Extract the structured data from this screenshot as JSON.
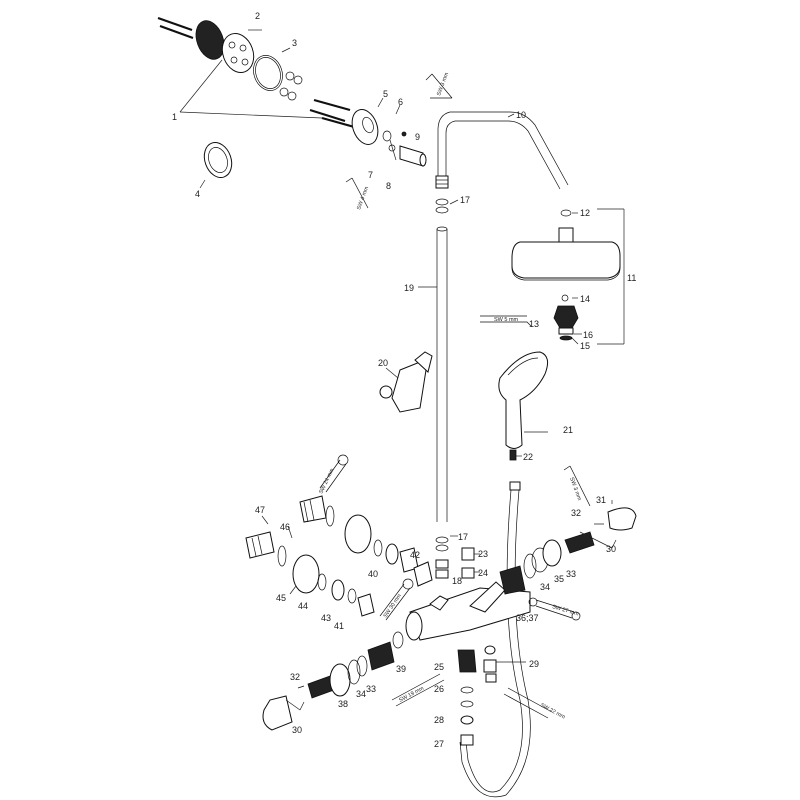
{
  "labels": {
    "l1": "1",
    "l2": "2",
    "l3": "3",
    "l4": "4",
    "l5": "5",
    "l6": "6",
    "l7": "7",
    "l8": "8",
    "l9": "9",
    "l10": "10",
    "l11": "11",
    "l12": "12",
    "l13": "13",
    "l14": "14",
    "l15": "15",
    "l16": "16",
    "l17a": "17",
    "l17b": "17",
    "l18": "18",
    "l19": "19",
    "l20": "20",
    "l21": "21",
    "l22": "22",
    "l23": "23",
    "l24": "24",
    "l25": "25",
    "l26": "26",
    "l27": "27",
    "l28": "28",
    "l29": "29",
    "l30a": "30",
    "l30b": "30",
    "l31": "31",
    "l32a": "32",
    "l32b": "32",
    "l33a": "33",
    "l33b": "33",
    "l34a": "34",
    "l34b": "34",
    "l35": "35",
    "l3637": "36;37",
    "l38": "38",
    "l39": "39",
    "l40": "40",
    "l41": "41",
    "l42": "42",
    "l43": "43",
    "l44": "44",
    "l45": "45",
    "l46": "46",
    "l47": "47"
  },
  "tools": {
    "sw3a": "SW 3 mm",
    "sw4": "SW 4 mm",
    "sw5": "SW 5 mm",
    "sw24": "SW 24 mm",
    "sw3b": "SW 3 mm",
    "sw30": "SW 30 mm",
    "sw27": "SW 27 mm",
    "sw19": "SW 19 mm",
    "sw22": "SW 22 mm"
  }
}
